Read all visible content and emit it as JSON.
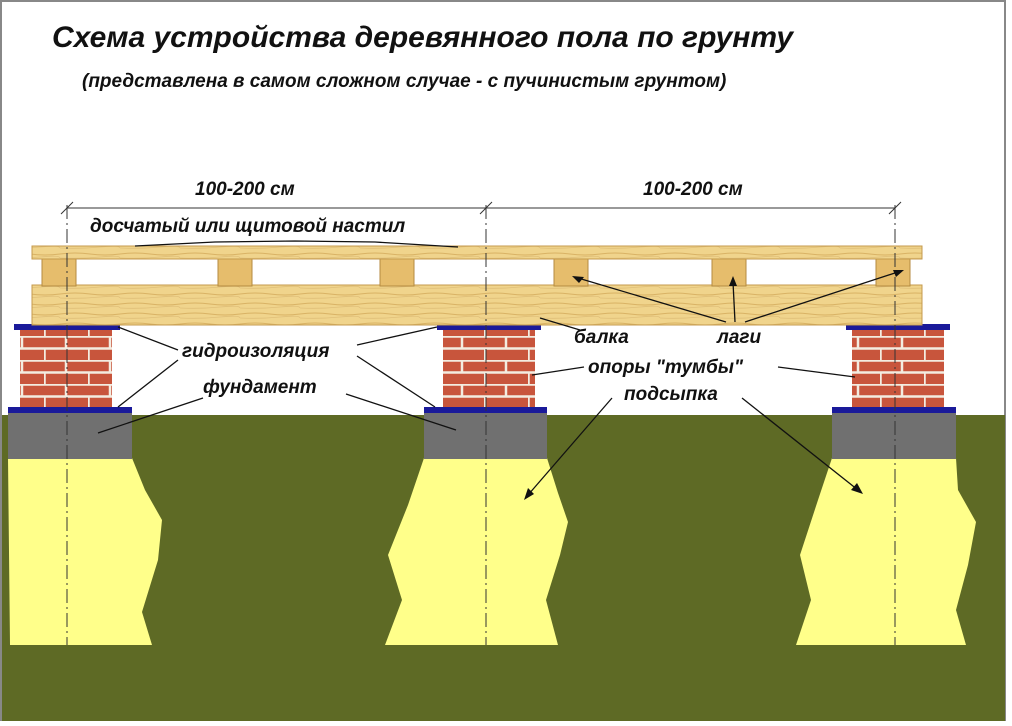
{
  "title": "Схема устройства деревянного пола по грунту",
  "subtitle": "(представлена в самом сложном случае - с пучинистым грунтом)",
  "dimensions": {
    "left_span": "100-200 см",
    "right_span": "100-200 см"
  },
  "labels": {
    "decking": "досчатый или щитовой настил",
    "beam": "балка",
    "joists": "лаги",
    "waterproofing": "гидроизоляция",
    "supports": "опоры \"тумбы\"",
    "foundation": "фундамент",
    "backfill": "подсыпка"
  },
  "colors": {
    "ground": "#5e6a25",
    "backfill": "#ffff8a",
    "concrete": "#707070",
    "brick": "#c8553c",
    "mortar": "#f3ece0",
    "wood": "#f0d48c",
    "wood_dark": "#c49a4c",
    "waterproofing": "#1a1a9a",
    "frame": "#888888"
  }
}
